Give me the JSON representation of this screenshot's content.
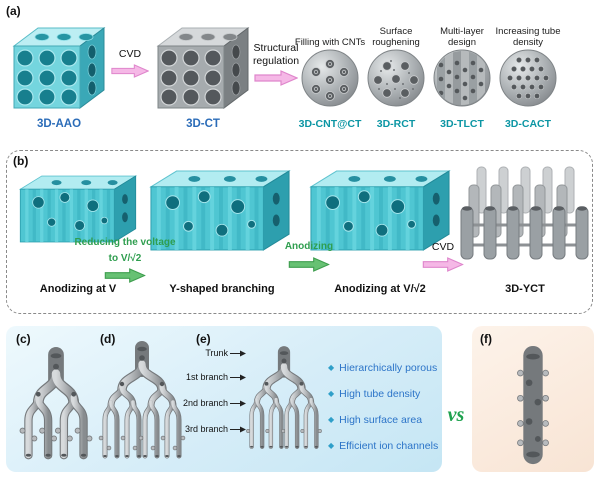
{
  "panel_a": {
    "tag": "(a)",
    "aao_label": "3D-AAO",
    "cvd_arrow_label": "CVD",
    "ct_label": "3D-CT",
    "regulation_arrow_label": "Structural regulation",
    "variants": [
      {
        "title": "Filling with CNTs",
        "name": "3D-CNT@CT"
      },
      {
        "title": "Surface roughening",
        "name": "3D-RCT"
      },
      {
        "title": "Multi-layer design",
        "name": "3D-TLCT"
      },
      {
        "title": "Increasing tube density",
        "name": "3D-CACT"
      }
    ]
  },
  "panel_b": {
    "tag": "(b)",
    "arrow1_line1": "Reducing the voltage",
    "arrow1_line2": "to V/√2",
    "arrow2_label": "Anodizing",
    "arrow3_label": "CVD",
    "captions": [
      "Anodizing at V",
      "Y-shaped branching",
      "Anodizing at V/√2",
      "3D-YCT"
    ]
  },
  "panel_bottom": {
    "tag_c": "(c)",
    "tag_d": "(d)",
    "tag_e": "(e)",
    "tag_f": "(f)",
    "annotations": [
      "Trunk",
      "1st branch",
      "2nd branch",
      "3rd branch"
    ],
    "bullet_icon": "◆",
    "bullets": [
      "Hierarchically porous",
      "High tube density",
      "High surface area",
      "Efficient ion channels"
    ],
    "vs_label": "vs"
  }
}
